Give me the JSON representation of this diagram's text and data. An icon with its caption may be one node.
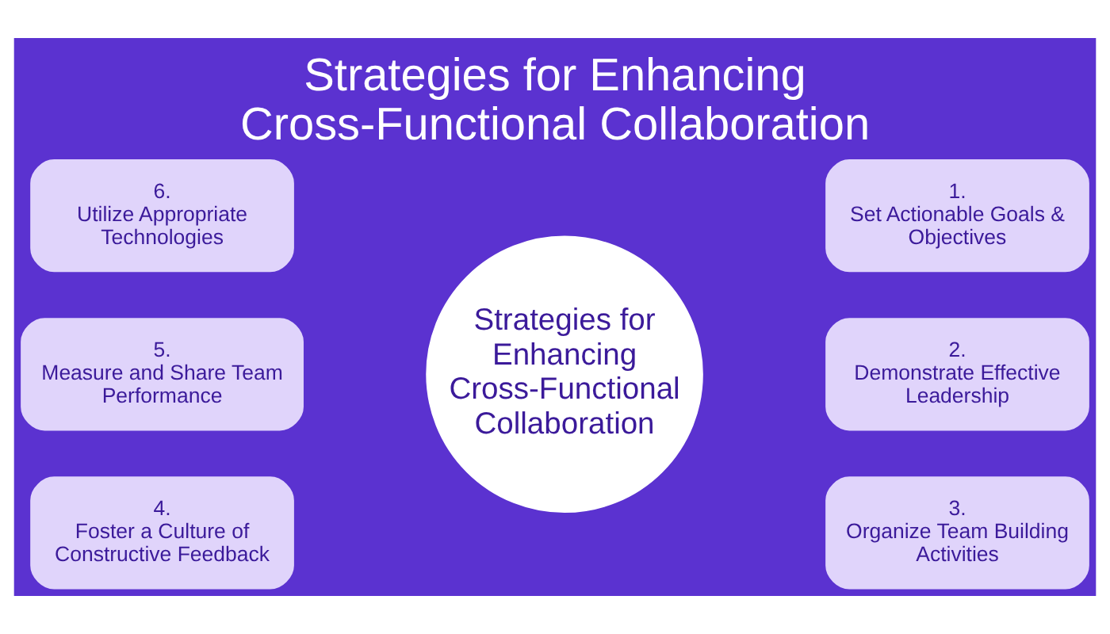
{
  "diagram": {
    "title": "Strategies for Enhancing Cross-Functional Collaboration",
    "nodes": [
      {
        "text": [
          "6.",
          "Utilize Appropriate Technologies"
        ]
      },
      {
        "text": [
          "1.",
          "Set Actionable Goals & Objectives"
        ]
      },
      {
        "text": [
          "5.",
          "Measure and Share Team Performance"
        ]
      },
      {
        "text": [
          "Strategies for Enhancing Cross-Functional Collaboration"
        ]
      },
      {
        "text": [
          "2.",
          "Demonstrate Effective Leadership"
        ]
      },
      {
        "text": [
          "4.",
          "Foster a Culture of Constructive Feedback"
        ]
      },
      {
        "text": [
          "3.",
          "Organize Team Building Activities"
        ]
      }
    ]
  }
}
